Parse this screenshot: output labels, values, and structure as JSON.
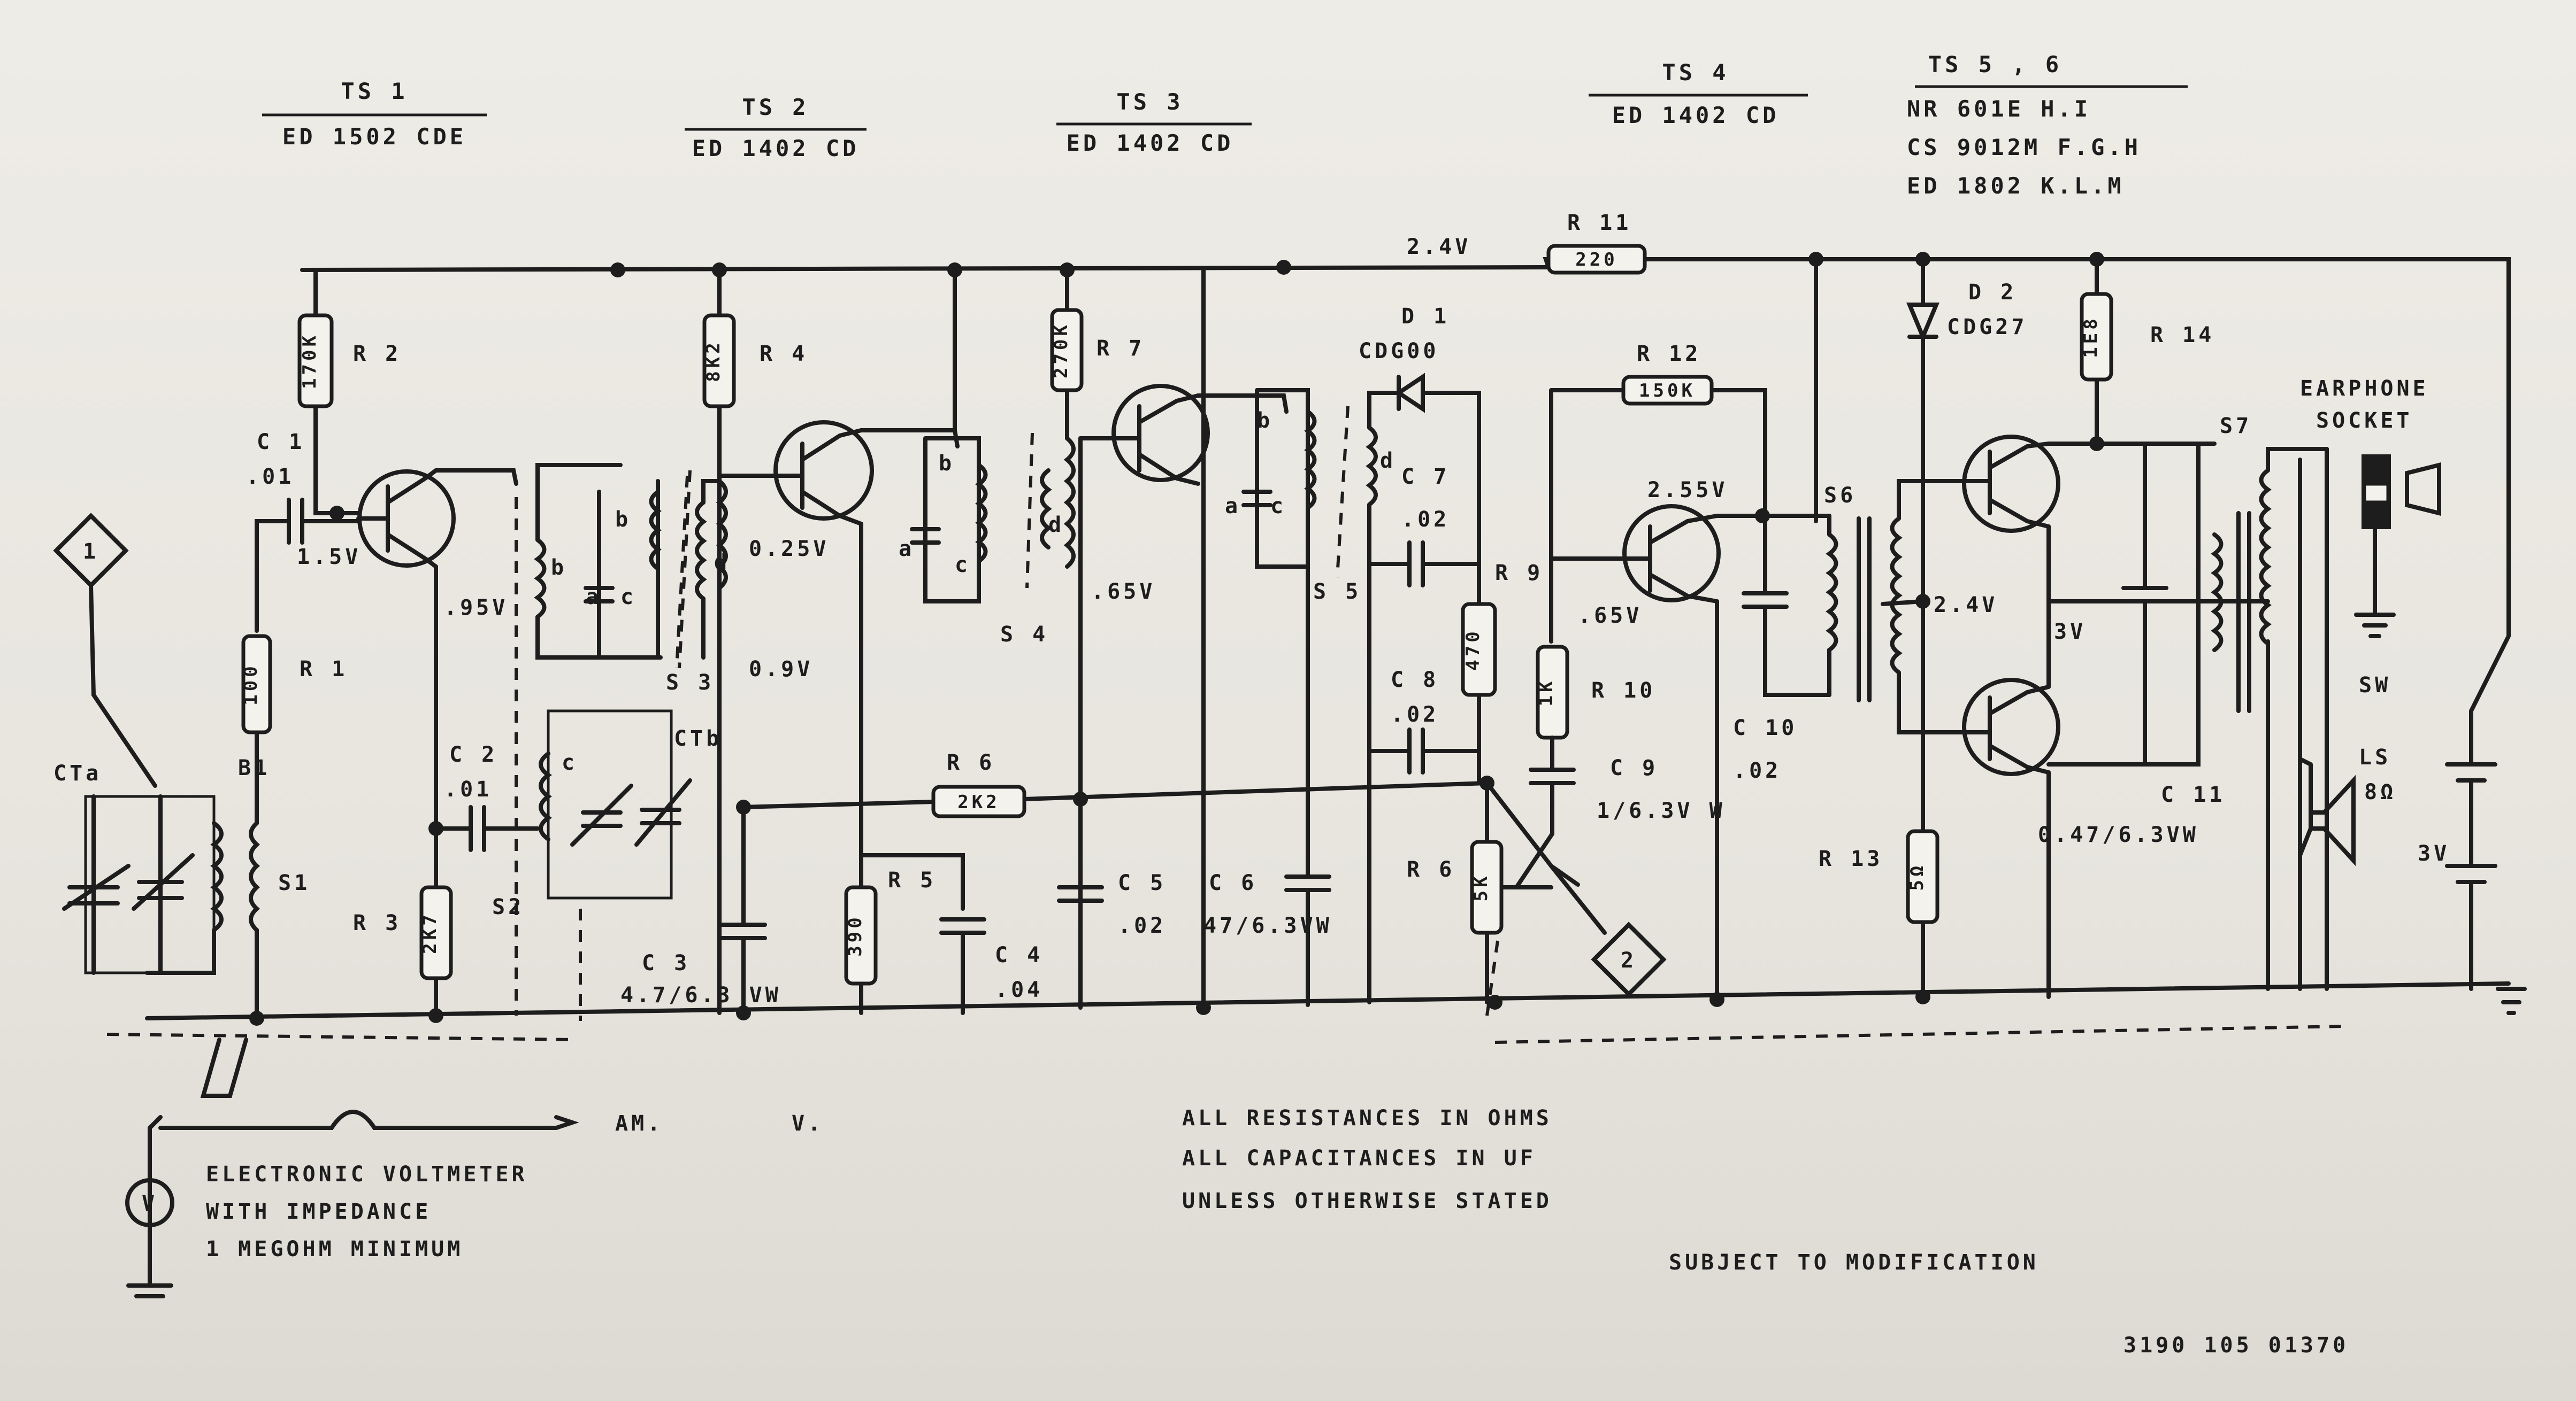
{
  "headers": {
    "ts1": "TS 1",
    "ts1_part": "ED 1502 CDE",
    "ts2": "TS 2",
    "ts2_part": "ED 1402 CD",
    "ts3": "TS 3",
    "ts3_part": "ED 1402 CD",
    "ts4": "TS 4",
    "ts4_part": "ED 1402 CD",
    "ts56": "TS 5 , 6",
    "ts56_row1": "NR 601E   H.I",
    "ts56_row2": "CS 9012M  F.G.H",
    "ts56_row3": "ED 1802   K.L.M"
  },
  "components": {
    "r1": "R 1",
    "r1_val": "100",
    "r2": "R 2",
    "r2_val": "170K",
    "r3": "R 3",
    "r3_val": "2K7",
    "r4": "R 4",
    "r4_val": "8K2",
    "r5": "R 5",
    "r5_val": "390",
    "r6": "R 6",
    "r6_val": "2K2",
    "r6b": "R 6",
    "r6b_val": "5K",
    "r7": "R 7",
    "r7_val": "270K",
    "r9": "R 9",
    "r9_val": "470",
    "r10": "R 10",
    "r10_val": "1K",
    "r11": "R 11",
    "r11_val": "220",
    "r12": "R 12",
    "r12_val": "150K",
    "r13": "R 13",
    "r13_val": "5Ω",
    "r14": "R 14",
    "r14_val": "1E8",
    "c1": "C 1",
    "c1_val": ".01",
    "c2": "C 2",
    "c2_val": ".01",
    "c3": "C 3",
    "c3_val": "4.7/6.3 VW",
    "c4": "C 4",
    "c4_val": ".04",
    "c5": "C 5",
    "c5_val": ".02",
    "c6": "C 6",
    "c6_val": "47/6.3VW",
    "c7": "C 7",
    "c7_val": ".02",
    "c8": "C 8",
    "c8_val": ".02",
    "c9": "C 9",
    "c9_val": "1/6.3V W",
    "c10": "C 10",
    "c10_val": ".02",
    "c11": "C 11",
    "c11_val": "0.47/6.3VW",
    "d1": "D 1",
    "d1_val": "CDG00",
    "d2": "D 2",
    "d2_val": "CDG27",
    "s1": "S1",
    "s2": "S2",
    "s3": "S 3",
    "s4": "S 4",
    "s5": "S 5",
    "s6": "S6",
    "s7": "S7",
    "b1": "B1",
    "cta": "CTa",
    "ctb": "CTb",
    "ls": "LS",
    "ls_val": "8Ω",
    "sw": "SW",
    "batt": "3V",
    "earphone_1": "EARPHONE",
    "earphone_2": "SOCKET"
  },
  "voltages": {
    "v_ts1_b": "1.5V",
    "v_ts1_e": ".95V",
    "v_ts2_b": "0.25V",
    "v_ts2_e": "0.9V",
    "v_ts3_e": ".65V",
    "v_rail": "2.4V",
    "v_ts4_c": "2.55V",
    "v_ts4_e": ".65V",
    "v_ts5": "2.4V",
    "v_ts6": "3V"
  },
  "pins": [
    "a",
    "b",
    "c",
    "d"
  ],
  "markers": {
    "m1": "1",
    "m2": "2"
  },
  "test": {
    "line1": "ELECTRONIC  VOLTMETER",
    "line2": "WITH  IMPEDANCE",
    "line3": "1 MEGOHM  MINIMUM",
    "am": "AM.",
    "v": "V.",
    "meter": "V"
  },
  "notes": {
    "line1": "ALL  RESISTANCES  IN  OHMS",
    "line2": "ALL  CAPACITANCES  IN  UF",
    "line3": "UNLESS  OTHERWISE  STATED",
    "line4": "SUBJECT  TO  MODIFICATION",
    "code": "3190  105  01370"
  }
}
